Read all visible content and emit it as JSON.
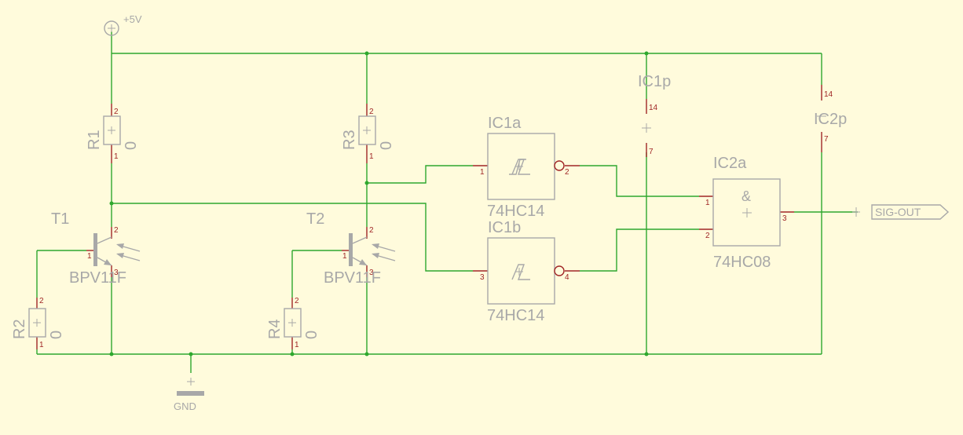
{
  "supply": {
    "label": "+5V"
  },
  "ground": {
    "label": "GND"
  },
  "output_port": {
    "label": "SIG-OUT"
  },
  "components": {
    "R1": {
      "name": "R1",
      "value": "0",
      "pin_a": "2",
      "pin_b": "1"
    },
    "R2": {
      "name": "R2",
      "value": "0",
      "pin_a": "2",
      "pin_b": "1"
    },
    "R3": {
      "name": "R3",
      "value": "0",
      "pin_a": "2",
      "pin_b": "1"
    },
    "R4": {
      "name": "R4",
      "value": "0",
      "pin_a": "2",
      "pin_b": "1"
    },
    "T1": {
      "name": "T1",
      "value": "BPV11F",
      "pin_base": "1",
      "pin_collector": "2",
      "pin_emitter": "3"
    },
    "T2": {
      "name": "T2",
      "value": "BPV11F",
      "pin_base": "1",
      "pin_collector": "2",
      "pin_emitter": "3"
    },
    "IC1a": {
      "name": "IC1a",
      "value": "74HC14",
      "pin_in": "1",
      "pin_out": "2"
    },
    "IC1b": {
      "name": "IC1b",
      "value": "74HC14",
      "pin_in": "3",
      "pin_out": "4"
    },
    "IC1p": {
      "name": "IC1p",
      "pin_vcc": "14",
      "pin_gnd": "7"
    },
    "IC2a": {
      "name": "IC2a",
      "value": "74HC08",
      "symbol": "&",
      "pin_a": "1",
      "pin_b": "2",
      "pin_out": "3"
    },
    "IC2p": {
      "name": "IC2p",
      "pin_vcc": "14",
      "pin_gnd": "7"
    }
  },
  "colors": {
    "background": "#fffbdc",
    "wire": "#2ea82e",
    "pin": "#a02626",
    "symbol": "#a8a8a8"
  }
}
